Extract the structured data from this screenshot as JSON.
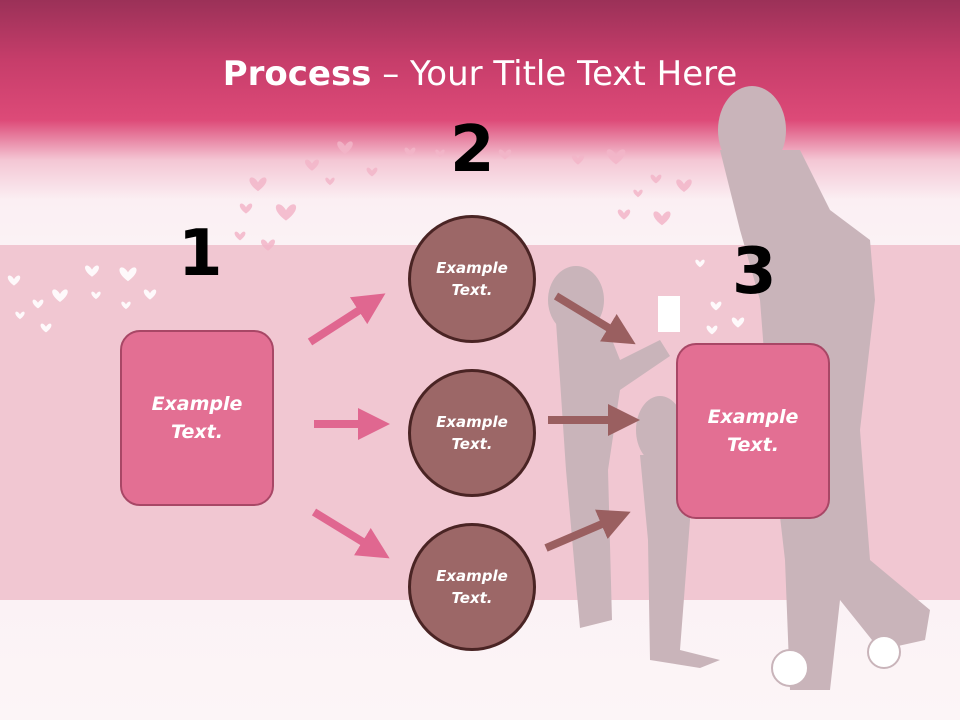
{
  "title": {
    "bold": "Process",
    "rest": " – Your Title Text Here"
  },
  "steps": {
    "one": "1",
    "two": "2",
    "three": "3"
  },
  "box_left": {
    "line1": "Example",
    "line2": "Text."
  },
  "box_right": {
    "line1": "Example",
    "line2": "Text."
  },
  "circles": [
    {
      "line1": "Example",
      "line2": "Text."
    },
    {
      "line1": "Example",
      "line2": "Text."
    },
    {
      "line1": "Example",
      "line2": "Text."
    }
  ],
  "colors": {
    "header": "#dd4a78",
    "box_fill": "#e36f93",
    "circle_fill": "#9c6767",
    "arrow_pink": "#e06790",
    "arrow_brown": "#9a5f60"
  }
}
